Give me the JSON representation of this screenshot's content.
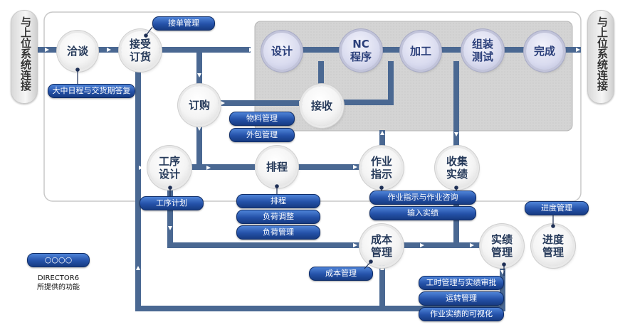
{
  "side_left": "与上位系统连接",
  "side_right": "与上位系统连接",
  "nodes": {
    "negotiation": "洽谈",
    "order_receive": "接受\n订货",
    "design": "设计",
    "nc_program": "NC\n程序",
    "machining": "加工",
    "assembly_test": "组装\n测试",
    "complete": "完成",
    "purchase": "订购",
    "receiving": "接收",
    "process_design": "工序\n设计",
    "scheduling": "排程",
    "work_instruction": "作业\n指示",
    "collect_results": "收集\n实绩",
    "cost_management": "成本\n管理",
    "results_management": "实绩\n管理",
    "progress_management": "进度\n管理"
  },
  "labels": {
    "order_management": "接单管理",
    "schedule_delivery": "大中日程与交货期答复",
    "material_management": "物料管理",
    "outsourcing_management": "外包管理",
    "process_plan": "工序计划",
    "scheduling_label": "排程",
    "load_adjustment": "负荷调整",
    "load_management": "负荷管理",
    "work_instruction_inquiry": "作业指示与作业咨询",
    "input_results": "输入实绩",
    "cost_management_label": "成本管理",
    "progress_management_label": "进度管理",
    "hours_approval": "工时管理与实绩审批",
    "operation_management": "运转管理",
    "results_visualization": "作业实绩的可视化"
  },
  "legend": {
    "pill_text": "○○○○",
    "product": "DIRECTOR6",
    "caption": "所提供的功能"
  },
  "colors": {
    "flow_line": "#4a6892",
    "pill": "#2451a8",
    "process_panel": "#d6d6d6"
  }
}
